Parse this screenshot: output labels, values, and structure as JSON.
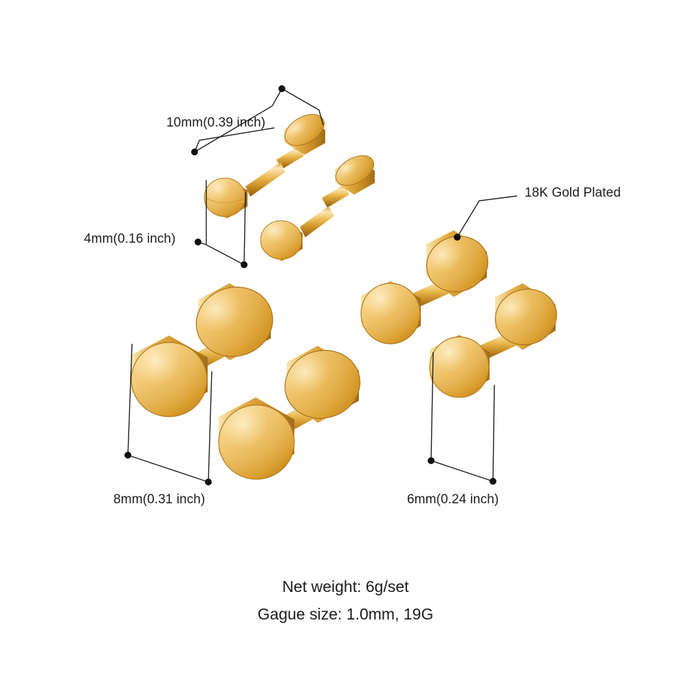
{
  "product": {
    "type": "earring-pair-set",
    "material_note": "18K Gold Plated",
    "metal_color_hex": "#E0A836",
    "metal_highlight_hex": "#F7D27A",
    "metal_shadow_hex": "#B8822A",
    "background_hex": "#FFFFFF"
  },
  "annotations": {
    "length_10mm": "10mm(0.39 inch)",
    "thickness_4mm": "4mm(0.16 inch)",
    "plating": "18K Gold Plated",
    "diameter_8mm": "8mm(0.31 inch)",
    "diameter_6mm": "6mm(0.24 inch)"
  },
  "captions": {
    "net_weight": "Net weight: 6g/set",
    "gauge_size": "Gague size: 1.0mm, 19G"
  },
  "items": [
    {
      "name": "4mm-pair",
      "diameter_mm": 4,
      "length_mm": 10
    },
    {
      "name": "6mm-pair",
      "diameter_mm": 6,
      "length_mm": 10
    },
    {
      "name": "8mm-pair",
      "diameter_mm": 8,
      "length_mm": 10
    }
  ]
}
